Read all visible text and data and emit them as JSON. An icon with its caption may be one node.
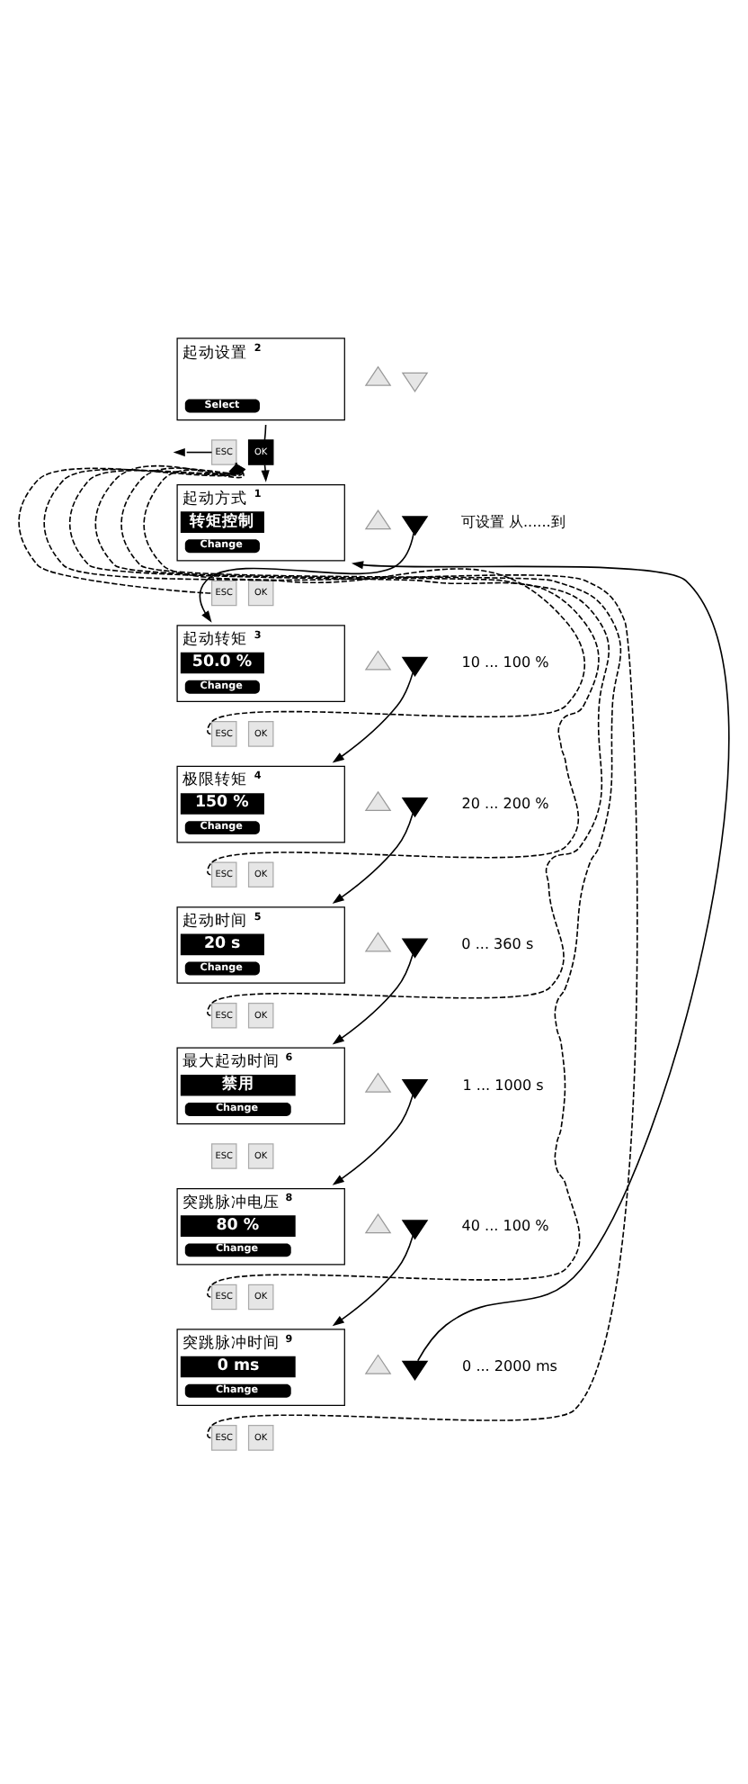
{
  "diagram": {
    "nodes": [
      {
        "text": [
          "起动设置",
          "2",
          "Select"
        ]
      },
      {
        "text": [],
        "shape": "triangle"
      },
      {
        "text": [],
        "shape": "triangle"
      },
      {
        "text": [
          "ESC"
        ]
      },
      {
        "text": [
          "OK"
        ]
      },
      {
        "text": [
          "起动方式",
          "1",
          "转矩控制",
          "Change"
        ]
      },
      {
        "text": [],
        "shape": "triangle"
      },
      {
        "text": [],
        "shape": "triangle"
      },
      {
        "text": [
          "ESC"
        ]
      },
      {
        "text": [
          "OK"
        ]
      },
      {
        "text": [
          "起动转矩",
          "3",
          "50.0 %",
          "Change"
        ]
      },
      {
        "text": [],
        "shape": "triangle"
      },
      {
        "text": [],
        "shape": "triangle"
      },
      {
        "text": [
          "ESC"
        ]
      },
      {
        "text": [
          "OK"
        ]
      },
      {
        "text": [
          "极限转矩",
          "4",
          "150 %",
          "Change"
        ]
      },
      {
        "text": [],
        "shape": "triangle"
      },
      {
        "text": [],
        "shape": "triangle"
      },
      {
        "text": [
          "ESC"
        ]
      },
      {
        "text": [
          "OK"
        ]
      },
      {
        "text": [
          "起动时间",
          "5",
          "20 s",
          "Change"
        ]
      },
      {
        "text": [],
        "shape": "triangle"
      },
      {
        "text": [],
        "shape": "triangle"
      },
      {
        "text": [
          "ESC"
        ]
      },
      {
        "text": [
          "OK"
        ]
      },
      {
        "text": [
          "最大起动时间",
          "6",
          "禁用",
          "Change"
        ]
      },
      {
        "text": [],
        "shape": "triangle"
      },
      {
        "text": [],
        "shape": "triangle"
      },
      {
        "text": [
          "ESC"
        ]
      },
      {
        "text": [
          "OK"
        ]
      },
      {
        "text": [
          "突跳脉冲电压",
          "8",
          "80 %",
          "Change"
        ]
      },
      {
        "text": [],
        "shape": "triangle"
      },
      {
        "text": [],
        "shape": "triangle"
      },
      {
        "text": [
          "ESC"
        ]
      },
      {
        "text": [
          "OK"
        ]
      },
      {
        "text": [
          "突跳脉冲时间",
          "9",
          "0 ms",
          "Change"
        ]
      },
      {
        "text": [],
        "shape": "triangle"
      },
      {
        "text": [],
        "shape": "triangle"
      },
      {
        "text": [
          "ESC"
        ]
      },
      {
        "text": [
          "OK"
        ]
      }
    ],
    "edges": [
      {
        "from": 0,
        "to": 4,
        "arrow": "none"
      },
      {
        "from": 4,
        "to": 5,
        "arrow": "to"
      },
      {
        "from": 7,
        "to": 10,
        "arrow": "to"
      },
      {
        "from": 12,
        "to": 15,
        "arrow": "to"
      },
      {
        "from": 17,
        "to": 20,
        "arrow": "to"
      },
      {
        "from": 22,
        "to": 25,
        "arrow": "to"
      },
      {
        "from": 27,
        "to": 30,
        "arrow": "to"
      },
      {
        "from": 32,
        "to": 35,
        "arrow": "to"
      },
      {
        "from": 37,
        "to": 5,
        "arrow": "to"
      },
      {
        "from": 3,
        "to": null,
        "arrow": "to"
      },
      {
        "from": 8,
        "to": 3,
        "arrow": "to",
        "style": "dashed"
      },
      {
        "from": 13,
        "to": 3,
        "arrow": "to",
        "style": "dashed"
      },
      {
        "from": 18,
        "to": 3,
        "arrow": "to",
        "style": "dashed"
      },
      {
        "from": 23,
        "to": 3,
        "arrow": "to",
        "style": "dashed"
      },
      {
        "from": 33,
        "to": 3,
        "arrow": "to",
        "style": "dashed"
      },
      {
        "from": 38,
        "to": 3,
        "arrow": "to",
        "style": "dashed"
      }
    ],
    "labels": [
      "可设置 从......到",
      "10 ... 100 %",
      "20 ... 200 %",
      "0 ... 360 s",
      "1 ... 1000 s",
      "40 ... 100 %",
      "0 ... 2000 ms"
    ]
  }
}
